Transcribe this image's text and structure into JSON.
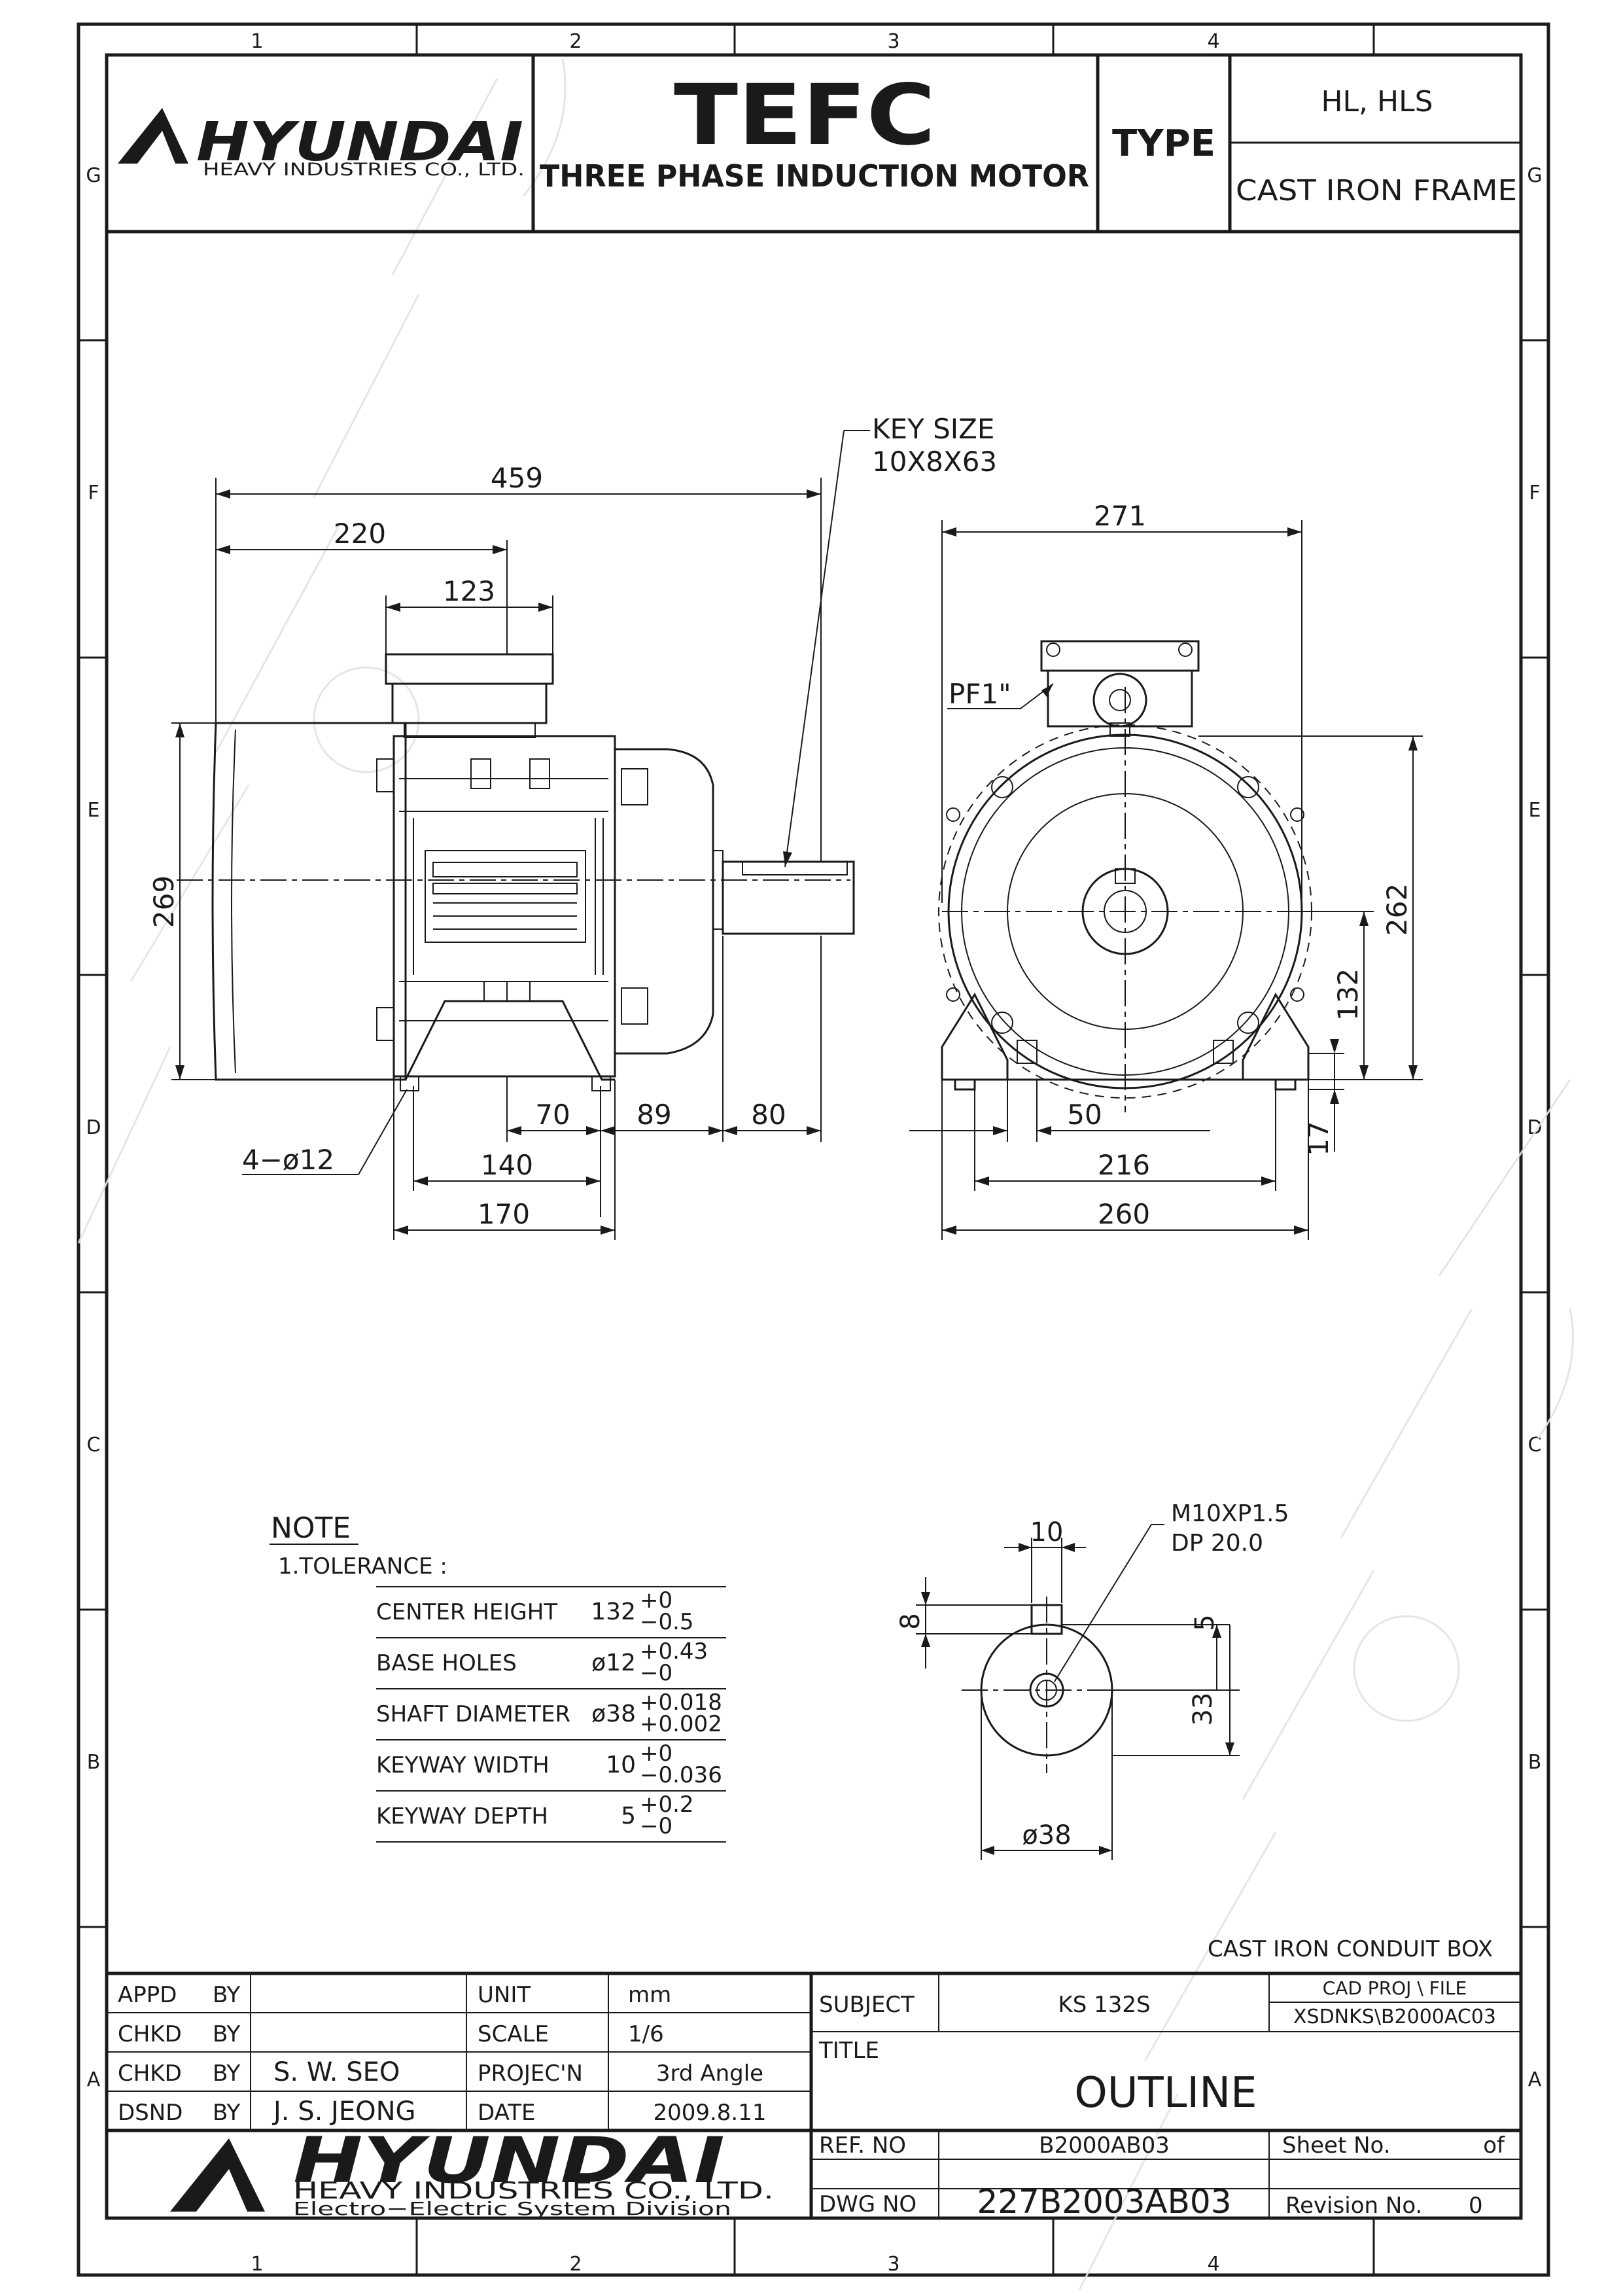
{
  "zones": {
    "columns": [
      "1",
      "2",
      "3",
      "4"
    ],
    "rows": [
      "G",
      "F",
      "E",
      "D",
      "C",
      "B",
      "A"
    ]
  },
  "header": {
    "logo_brand": "HYUNDAI",
    "logo_sub": "HEAVY INDUSTRIES CO., LTD.",
    "title": "TEFC",
    "subtitle": "THREE PHASE INDUCTION MOTOR",
    "type_label": "TYPE",
    "type_value": "HL, HLS",
    "frame": "CAST IRON FRAME"
  },
  "side_view": {
    "dim_459": "459",
    "dim_220": "220",
    "dim_123": "123",
    "dim_269": "269",
    "dim_70": "70",
    "dim_89": "89",
    "dim_80": "80",
    "dim_140": "140",
    "dim_170": "170",
    "holes": "4−ø12",
    "key_label": "KEY SIZE",
    "key_value": "10X8X63"
  },
  "front_view": {
    "dim_271": "271",
    "pf": "PF1\"",
    "dim_262": "262",
    "dim_132": "132",
    "dim_50": "50",
    "dim_17": "17",
    "dim_216": "216",
    "dim_260": "260"
  },
  "shaft_view": {
    "dim_10": "10",
    "thread": "M10XP1.5",
    "depth": "DP 20.0",
    "dim_8": "8",
    "dim_5": "5",
    "dim_33": "33",
    "dia": "ø38"
  },
  "note": {
    "heading": "NOTE",
    "tolerance": "1.TOLERANCE :",
    "rows": [
      {
        "label": "CENTER HEIGHT",
        "nominal": "132",
        "upper": "+0",
        "lower": "−0.5"
      },
      {
        "label": "BASE HOLES",
        "nominal": "ø12",
        "upper": "+0.43",
        "lower": "−0"
      },
      {
        "label": "SHAFT DIAMETER",
        "nominal": "ø38",
        "upper": "+0.018",
        "lower": "+0.002"
      },
      {
        "label": "KEYWAY WIDTH",
        "nominal": "10",
        "upper": "+0",
        "lower": "−0.036"
      },
      {
        "label": "KEYWAY DEPTH",
        "nominal": "5",
        "upper": "+0.2",
        "lower": "−0"
      }
    ]
  },
  "title_block": {
    "conduit": "CAST IRON CONDUIT BOX",
    "appd": "APPD",
    "chkd": "CHKD",
    "dsnd": "DSND",
    "by": "BY",
    "checker": "S. W. SEO",
    "designer": "J. S. JEONG",
    "unit_label": "UNIT",
    "unit_value": "mm",
    "scale_label": "SCALE",
    "scale_value": "1/6",
    "proj_label": "PROJEC'N",
    "proj_value": "3rd Angle",
    "date_label": "DATE",
    "date_value": "2009.8.11",
    "subject_label": "SUBJECT",
    "subject_value": "KS 132S",
    "cad_label": "CAD PROJ  \\ FILE",
    "cad_value": "XSDNKS\\B2000AC03",
    "title_label": "TITLE",
    "title_value": "OUTLINE",
    "ref_label": "REF. NO",
    "ref_value": "B2000AB03",
    "dwg_label": "DWG   NO",
    "dwg_value": "227B2003AB03",
    "sheet_label": "Sheet No.",
    "sheet_of": "of",
    "rev_label": "Revision No.",
    "rev_value": "0",
    "company_brand": "HYUNDAI",
    "company_sub": "HEAVY   INDUSTRIES   CO.,   LTD.",
    "company_div": "Electro−Electric  System  Division"
  }
}
